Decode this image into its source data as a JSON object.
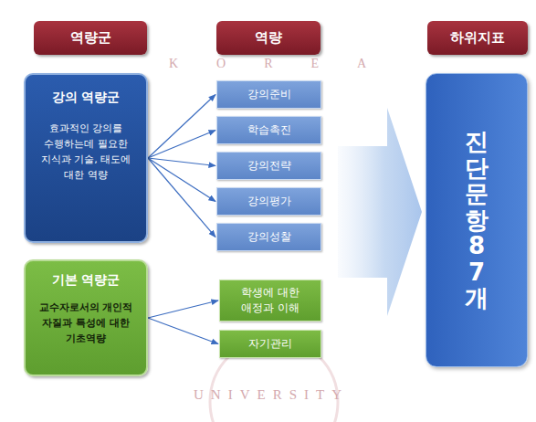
{
  "diagram": {
    "nodes": [
      {
        "text": [
          "역량군"
        ]
      },
      {
        "text": [
          "역량"
        ]
      },
      {
        "text": [
          "하위지표"
        ]
      },
      {
        "text": [
          "강의 역량군",
          "효과적인 강의를 수행하는데 필요한 지식과 기술, 태도에 대한 역량"
        ]
      },
      {
        "text": [
          "강의준비"
        ]
      },
      {
        "text": [
          "학습촉진"
        ]
      },
      {
        "text": [
          "강의전략"
        ]
      },
      {
        "text": [
          "강의평가"
        ]
      },
      {
        "text": [
          "강의성찰"
        ]
      },
      {
        "text": [
          "기본 역량군",
          "교수자로서의 개인적 자질과 특성에 대한 기초역량"
        ]
      },
      {
        "text": [
          "학생에 대한 애정과 이해"
        ]
      },
      {
        "text": [
          "자기관리"
        ]
      },
      {
        "text": [
          "진단문항 87개"
        ]
      }
    ],
    "edges": [
      {
        "from": 3,
        "to": 4,
        "arrow": "to"
      },
      {
        "from": 3,
        "to": 5,
        "arrow": "to"
      },
      {
        "from": 3,
        "to": 6,
        "arrow": "to"
      },
      {
        "from": 3,
        "to": 7,
        "arrow": "to"
      },
      {
        "from": 3,
        "to": 8,
        "arrow": "to"
      },
      {
        "from": 9,
        "to": 10,
        "arrow": "to"
      },
      {
        "from": 9,
        "to": 11,
        "arrow": "to"
      }
    ],
    "labels": [
      "KOREA",
      "UNIVERSITY"
    ]
  }
}
